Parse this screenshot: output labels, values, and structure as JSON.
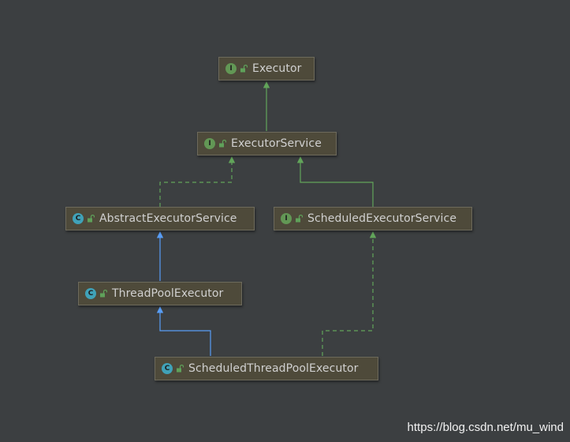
{
  "nodes": {
    "executor": {
      "name": "Executor",
      "kind": "interface",
      "badge": "I"
    },
    "executor_service": {
      "name": "ExecutorService",
      "kind": "interface",
      "badge": "I"
    },
    "abstract_executor_service": {
      "name": "AbstractExecutorService",
      "kind": "class",
      "badge": "C"
    },
    "scheduled_executor_service": {
      "name": "ScheduledExecutorService",
      "kind": "interface",
      "badge": "I"
    },
    "thread_pool_executor": {
      "name": "ThreadPoolExecutor",
      "kind": "class",
      "badge": "C"
    },
    "scheduled_thread_pool_executor": {
      "name": "ScheduledThreadPoolExecutor",
      "kind": "class",
      "badge": "C"
    }
  },
  "edges": [
    {
      "from": "ExecutorService",
      "to": "Executor",
      "type": "extends-interface"
    },
    {
      "from": "AbstractExecutorService",
      "to": "ExecutorService",
      "type": "implements"
    },
    {
      "from": "ScheduledExecutorService",
      "to": "ExecutorService",
      "type": "extends-interface"
    },
    {
      "from": "ThreadPoolExecutor",
      "to": "AbstractExecutorService",
      "type": "extends-class"
    },
    {
      "from": "ScheduledThreadPoolExecutor",
      "to": "ThreadPoolExecutor",
      "type": "extends-class"
    },
    {
      "from": "ScheduledThreadPoolExecutor",
      "to": "ScheduledExecutorService",
      "type": "implements"
    }
  ],
  "colors": {
    "background": "#3c3f41",
    "node_fill": "#4e4a3a",
    "interface_badge": "#629755",
    "class_badge": "#40a2b8",
    "green_edge": "#62a55a",
    "blue_edge": "#589df6"
  },
  "watermark": "https://blog.csdn.net/mu_wind"
}
